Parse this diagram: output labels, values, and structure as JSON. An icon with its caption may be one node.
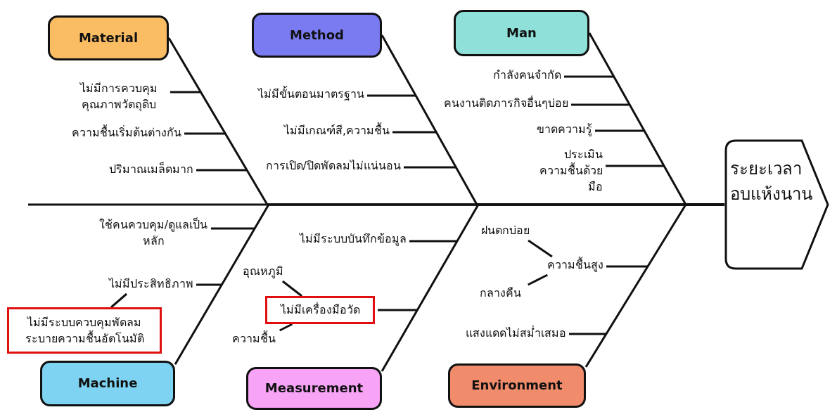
{
  "diagram": {
    "nodes": [
      {
        "text": [
          "Material"
        ]
      },
      {
        "text": [
          "Method"
        ]
      },
      {
        "text": [
          "Man"
        ]
      },
      {
        "text": [
          "ไม่มีการควบคุมคุณภาพวัตถุดิบ"
        ]
      },
      {
        "text": [
          "ความชื้นเริ่มต้นต่างกัน"
        ]
      },
      {
        "text": [
          "ปริมาณเมล็ดมาก"
        ]
      },
      {
        "text": [
          "ไม่มีขั้นตอนมาตรฐาน"
        ]
      },
      {
        "text": [
          "ไม่มีเกณฑ์สี,ความชื้น"
        ]
      },
      {
        "text": [
          "การเปิด/ปิดพัดลมไม่แน่นอน"
        ]
      },
      {
        "text": [
          "กำลังคนจำกัด"
        ]
      },
      {
        "text": [
          "คนงานติดภารกิจอื่นๆบ่อย"
        ]
      },
      {
        "text": [
          "ขาดความรู้"
        ]
      },
      {
        "text": [
          "ประเมินความชื้นด้วยมือ"
        ]
      },
      {
        "text": [
          "ระยะเวลาอบแห้งนาน"
        ]
      },
      {
        "text": [
          "ใช้คนควบคุม/ดูแลเป็นหลัก"
        ]
      },
      {
        "text": [
          "ไม่มีประสิทธิภาพ"
        ]
      },
      {
        "text": [
          "ไม่มีระบบควบคุมพัดลมระบายความชื้นอัตโนมัติ"
        ]
      },
      {
        "text": [
          "ไม่มีระบบบันทึกข้อมูล"
        ]
      },
      {
        "text": [
          "อุณหภูมิ"
        ]
      },
      {
        "text": [
          "ไม่มีเครื่องมือวัด"
        ]
      },
      {
        "text": [
          "ความชื้น"
        ]
      },
      {
        "text": [
          "ฝนตกบ่อย"
        ]
      },
      {
        "text": [
          "ความชื้นสูง"
        ]
      },
      {
        "text": [
          "กลางคืน"
        ]
      },
      {
        "text": [
          "แสงแดดไม่สม่ำเสมอ"
        ]
      },
      {
        "text": [
          "Machine"
        ]
      },
      {
        "text": [
          "Measurement"
        ]
      },
      {
        "text": [
          "Environment"
        ]
      }
    ],
    "edges": [
      {
        "from": 0,
        "to": 13,
        "arrow": "none"
      },
      {
        "from": 1,
        "to": 13,
        "arrow": "none"
      },
      {
        "from": 2,
        "to": 13,
        "arrow": "none"
      },
      {
        "from": 25,
        "to": 13,
        "arrow": "none"
      },
      {
        "from": 26,
        "to": 13,
        "arrow": "none"
      },
      {
        "from": 27,
        "to": 13,
        "arrow": "none"
      },
      {
        "from": 3,
        "to": null,
        "arrow": "none"
      },
      {
        "from": 4,
        "to": null,
        "arrow": "none"
      },
      {
        "from": 5,
        "to": null,
        "arrow": "none"
      },
      {
        "from": 6,
        "to": null,
        "arrow": "none"
      },
      {
        "from": 7,
        "to": null,
        "arrow": "none"
      },
      {
        "from": 8,
        "to": null,
        "arrow": "none"
      },
      {
        "from": 9,
        "to": null,
        "arrow": "none"
      },
      {
        "from": 10,
        "to": null,
        "arrow": "none"
      },
      {
        "from": 11,
        "to": null,
        "arrow": "none"
      },
      {
        "from": 12,
        "to": null,
        "arrow": "none"
      },
      {
        "from": 14,
        "to": null,
        "arrow": "none"
      },
      {
        "from": 15,
        "to": null,
        "arrow": "none"
      },
      {
        "from": 17,
        "to": null,
        "arrow": "none"
      },
      {
        "from": 19,
        "to": null,
        "arrow": "none"
      },
      {
        "from": 22,
        "to": null,
        "arrow": "none"
      },
      {
        "from": 24,
        "to": null,
        "arrow": "none"
      },
      {
        "from": 16,
        "to": 15,
        "arrow": "none"
      },
      {
        "from": 18,
        "to": 19,
        "arrow": "none"
      },
      {
        "from": 20,
        "to": 19,
        "arrow": "none"
      },
      {
        "from": 21,
        "to": 22,
        "arrow": "none"
      },
      {
        "from": 23,
        "to": 22,
        "arrow": "none"
      }
    ]
  }
}
